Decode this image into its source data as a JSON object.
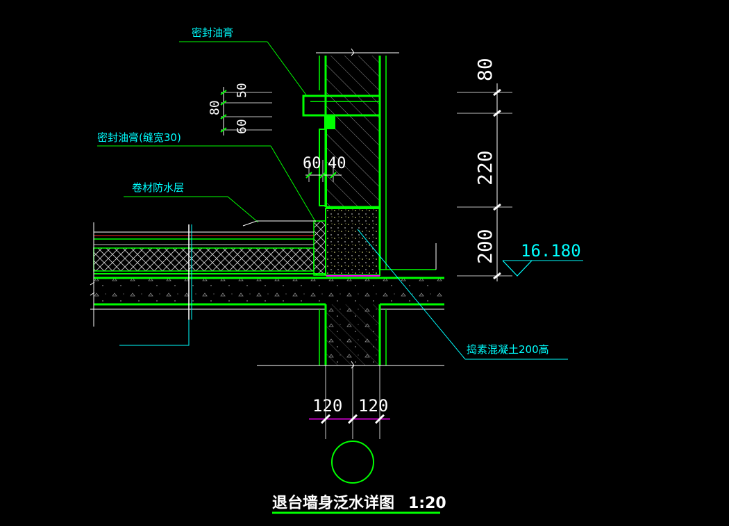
{
  "labels": {
    "sealant_top": "密封油膏",
    "sealant_gap": "密封油膏(缝宽30)",
    "membrane": "卷材防水层",
    "concrete": "捣素混凝土200高"
  },
  "dims": {
    "left_50": "50",
    "left_80": "80",
    "left_60": "60",
    "mid_60": "60",
    "mid_40": "40",
    "right_80": "80",
    "right_220": "220",
    "right_200": "200",
    "elevation": "16.180",
    "bottom_120a": "120",
    "bottom_120b": "120"
  },
  "title": {
    "text": "退台墙身泛水详图",
    "scale": "1:20"
  },
  "colors": {
    "wall": "#00ff00",
    "text_cyan": "#00ffff",
    "white": "#ffffff",
    "magenta": "#ff00ff",
    "red": "#ff2020",
    "yellow": "#ffff00",
    "gray": "#8c8c8c"
  }
}
